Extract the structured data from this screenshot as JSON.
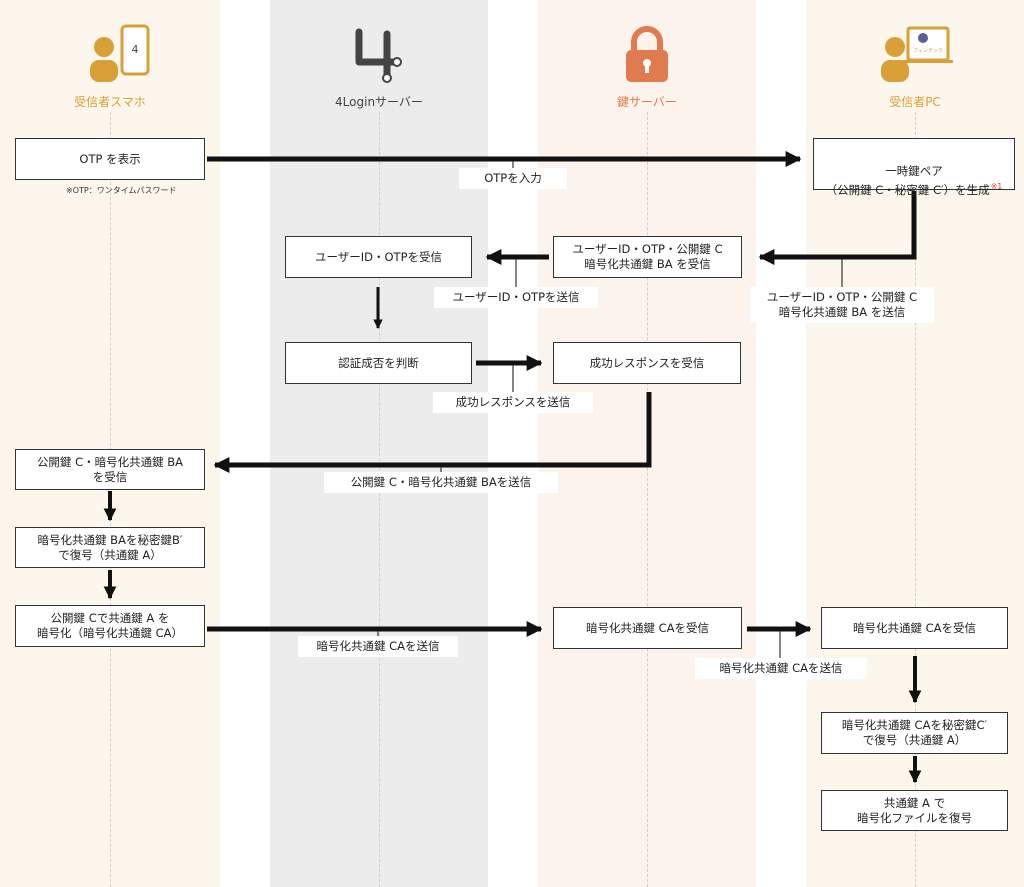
{
  "colors": {
    "lane_receiver_phone": "#fcf6ec",
    "lane_login_server": "#ececec",
    "lane_key_server": "#fcf3ed",
    "lane_receiver_pc": "#fcf6ec",
    "gold": "#d9a037",
    "orange": "#e07a4f",
    "dark": "#444444",
    "note_red": "#e04040"
  },
  "actors": {
    "phone": {
      "label": "受信者スマホ",
      "icon": "person-phone-icon",
      "phone_glyph": "4"
    },
    "login_server": {
      "label": "4Loginサーバー",
      "icon": "4login-logo-icon"
    },
    "key_server": {
      "label": "鍵サーバー",
      "icon": "padlock-icon"
    },
    "pc": {
      "label": "受信者PC",
      "icon": "person-pc-icon",
      "screen_text": "フィンテック"
    }
  },
  "steps": {
    "otp_display": "OTP を表示",
    "otp_note": "※OTP：ワンタイムパスワード",
    "keypair_gen": "一時鍵ペア\n（公開鍵 C・秘密鍵 C′）を生成",
    "keypair_mark": "※1",
    "key_server_receive": "ユーザーID・OTP・公開鍵 C\n暗号化共通鍵 BA を受信",
    "login_receive": "ユーザーID・OTPを受信",
    "auth_judge": "認証成否を判断",
    "success_receive": "成功レスポンスを受信",
    "phone_receive": "公開鍵 C・暗号化共通鍵 BA\nを受信",
    "phone_decrypt": "暗号化共通鍵 BAを秘密鍵B′\nで復号（共通鍵 A）",
    "phone_encrypt": "公開鍵 Cで共通鍵 A を\n暗号化（暗号化共通鍵 CA）",
    "key_server_ca_receive": "暗号化共通鍵 CAを受信",
    "pc_ca_receive": "暗号化共通鍵 CAを受信",
    "pc_decrypt_ca": "暗号化共通鍵 CAを秘密鍵C′\nで復号（共通鍵 A）",
    "pc_decrypt_file": "共通鍵 A で\n暗号化ファイルを復号"
  },
  "messages": {
    "otp_input": "OTPを入力",
    "send_pc_to_key": "ユーザーID・OTP・公開鍵 C\n暗号化共通鍵 BA を送信",
    "send_key_to_login": "ユーザーID・OTPを送信",
    "send_success": "成功レスポンスを送信",
    "send_to_phone": "公開鍵 C・暗号化共通鍵 BAを送信",
    "send_ca": "暗号化共通鍵 CAを送信",
    "send_ca_to_pc": "暗号化共通鍵 CAを送信"
  }
}
